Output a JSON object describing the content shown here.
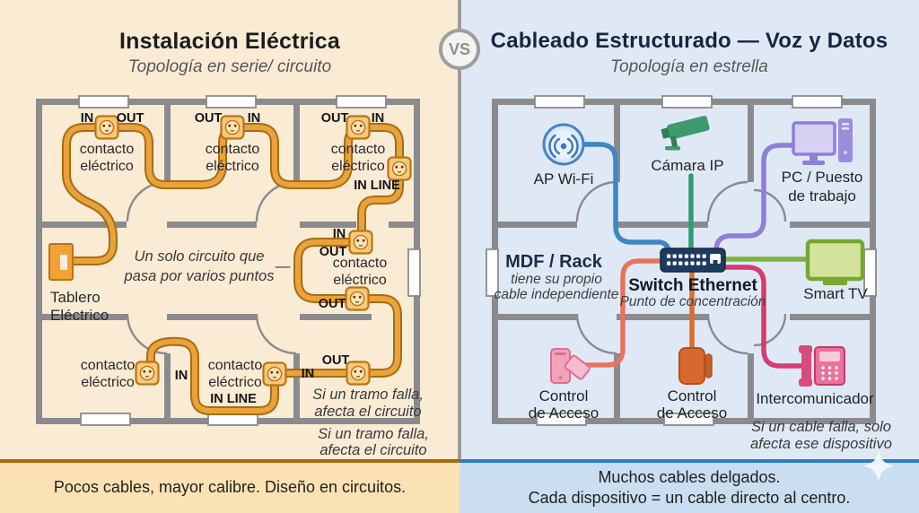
{
  "header": {
    "left": {
      "title": "Instalación Eléctrica",
      "subtitle": "Topología en serie/ circuito"
    },
    "right": {
      "title": "Cableado Estructurado — Voz y Datos",
      "subtitle": "Topología en estrella"
    },
    "vs": "VS"
  },
  "left": {
    "port_in": "IN",
    "port_out": "OUT",
    "port_inline": "IN LINE",
    "outlet_label": [
      "contacto",
      "eléctrico"
    ],
    "panel_label": [
      "Tablero",
      "Eléctrico"
    ],
    "center_note": [
      "Un solo circuito que",
      "pasa por varios puntos"
    ],
    "dash": "—",
    "warning": [
      "Si un tramo falla,",
      "afecta el circuito"
    ],
    "footer": "Pocos cables, mayor calibre. Diseño en circuitos."
  },
  "right": {
    "ap": "AP Wi-Fi",
    "camera": "Cámara IP",
    "pc": [
      "PC / Puesto",
      "de trabajo"
    ],
    "mdf_title": "MDF / Rack",
    "mdf_sub": [
      "tiene su propio",
      "cable independiente"
    ],
    "switch_title": "Switch Ethernet",
    "switch_sub": "Punto de concentración",
    "tv": "Smart TV",
    "access": [
      "Control",
      "de Acceso"
    ],
    "intercom": "Intercomunicador",
    "note": [
      "Si un cable falla, solo",
      "afecta ese dispositivo"
    ],
    "footer": [
      "Muchos cables delgados.",
      "Cada dispositivo = un cable directo al centro."
    ]
  },
  "colors": {
    "bg_left": "#faebd4",
    "bar_left": "#fbe2b4",
    "accent_left": "#a9690b",
    "cable_left": "#e9a23c",
    "cable_left_dark": "#a76d12",
    "bg_right": "#dfe9f6",
    "bar_right": "#cbddf1",
    "accent_right": "#2e7cc3",
    "wall": "#8b8b8e",
    "cable_blue": "#3e86c6",
    "cable_green": "#2e9e6e",
    "cable_purple": "#8f7fd9",
    "cable_tv": "#7cb23e",
    "cable_magenta": "#d63b72",
    "cable_salmon": "#e8735c",
    "cable_orange": "#e06b2a",
    "switch_navy": "#1e3a5f",
    "outlet_fill": "#fac87d",
    "outlet_stroke": "#b87614"
  }
}
